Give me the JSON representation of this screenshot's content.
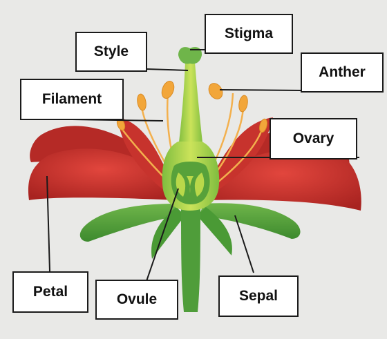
{
  "labels": {
    "stigma": "Stigma",
    "style": "Style",
    "anther": "Anther",
    "filament": "Filament",
    "ovary": "Ovary",
    "petal": "Petal",
    "ovule": "Ovule",
    "sepal": "Sepal"
  },
  "colors": {
    "background": "#e9e9e7",
    "petal": "#c9302c",
    "petal_dark": "#8e1c1a",
    "sepal": "#4f9d3a",
    "pistil": "#b9d84a",
    "ovary_inner": "#57a13a",
    "anther": "#f2a63a",
    "filament": "#f3b04d"
  }
}
